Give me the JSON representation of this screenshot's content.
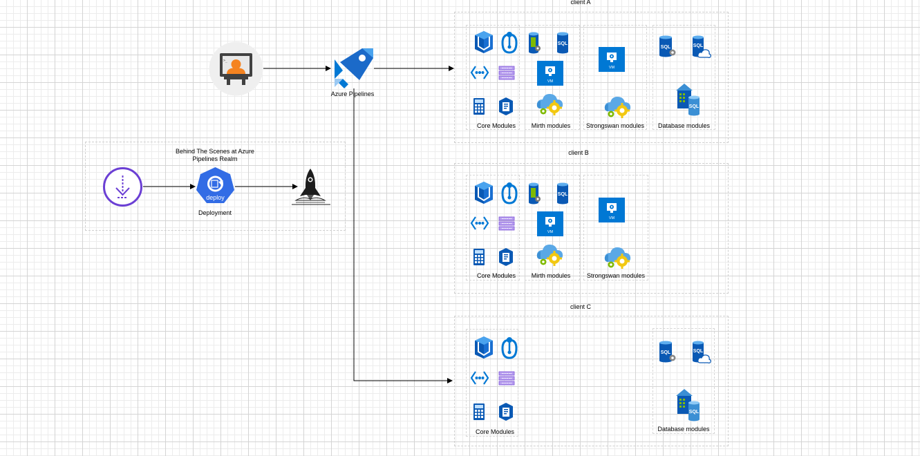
{
  "pipelines": {
    "label": "Azure Pipelines"
  },
  "behind": {
    "title_line1": "Behind The Scenes at Azure",
    "title_line2": "Pipelines Realm",
    "deploy_text": "deploy",
    "deploy_label": "Deployment"
  },
  "clients": {
    "a": {
      "title": "client  A",
      "modules": [
        "Core Modules",
        "Mirth modules",
        "Strongswan modules",
        "Database modules"
      ]
    },
    "b": {
      "title": "client  B",
      "modules": [
        "Core Modules",
        "Mirth modules",
        "Strongswan modules"
      ]
    },
    "c": {
      "title": "client  C",
      "modules": [
        "Core Modules",
        "Database modules"
      ]
    }
  },
  "icon_text": {
    "sql": "SQL",
    "vm": "VM",
    "terminal": ">_"
  },
  "icons": [
    "developer-workstation-icon",
    "azure-pipelines-icon",
    "download-icon",
    "deploy-icon",
    "rocket-launch-icon",
    "cube-icon",
    "api-management-icon",
    "ellipsis-brackets-icon",
    "storage-queue-icon",
    "calculator-icon",
    "clipboard-icon",
    "sql-database-icon",
    "virtual-machine-icon",
    "cloud-gear-icon",
    "sql-server-icon",
    "sql-cloud-icon",
    "datacenter-sql-icon"
  ],
  "colors": {
    "azure_blue": "#0078d4",
    "dark_blue": "#005ba1",
    "purple": "#6b3fd4",
    "kube_blue": "#326ce5",
    "gear_yellow": "#f2c811",
    "gear_green": "#7fba00",
    "orange_person": "#f58320",
    "grid": "#d4d4d4"
  }
}
